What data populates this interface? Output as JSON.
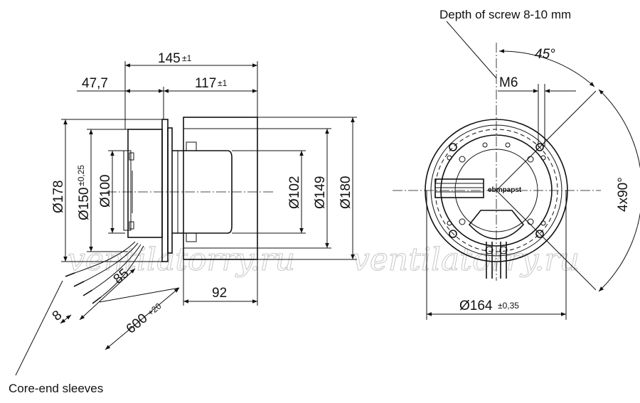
{
  "side_view": {
    "overall_length": "145",
    "overall_length_tol": "±1",
    "flange_offset": "47,7",
    "housing_length": "117",
    "housing_length_tol": "±1",
    "dia_outer": "Ø178",
    "dia_pitch": "Ø150",
    "dia_pitch_tol": "±0,25",
    "dia_hub": "Ø100",
    "dia_motor": "Ø102",
    "dia_impeller": "Ø149",
    "dia_housing": "Ø180",
    "impeller_depth": "92",
    "cable_length": "600",
    "cable_length_tol": "+20",
    "strip_length": "85",
    "sleeve_length": "8"
  },
  "front_view": {
    "screw_note": "Depth of screw 8-10 mm",
    "thread": "M6",
    "angle_offset": "45°",
    "angle_pattern": "4x90°",
    "hole_circle": "Ø164",
    "hole_circle_tol": "±0,35",
    "logo_text": "ebmpapst"
  },
  "callouts": {
    "core_end_sleeves": "Core-end sleeves"
  },
  "watermark": {
    "left": "ventilatorry.ru",
    "right": "ventilatorry.ru"
  }
}
